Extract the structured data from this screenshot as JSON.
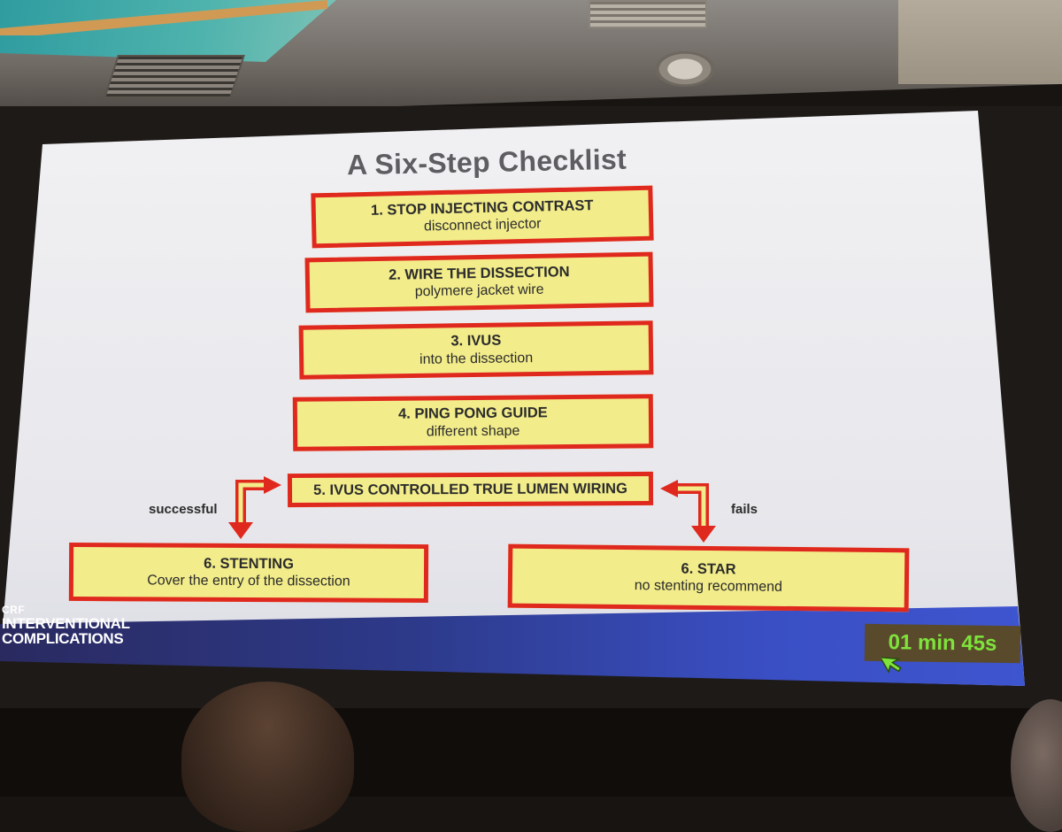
{
  "slide": {
    "title": "A Six-Step Checklist",
    "steps": [
      {
        "title": "1. STOP INJECTING CONTRAST",
        "subtitle": "disconnect injector"
      },
      {
        "title": "2. WIRE THE DISSECTION",
        "subtitle": "polymere jacket wire"
      },
      {
        "title": "3. IVUS",
        "subtitle": "into the dissection"
      },
      {
        "title": "4. PING PONG GUIDE",
        "subtitle": "different shape"
      },
      {
        "title": "5. IVUS CONTROLLED TRUE LUMEN WIRING",
        "subtitle": ""
      }
    ],
    "branch_success": {
      "label": "successful",
      "title": "6. STENTING",
      "subtitle": "Cover the entry of the dissection"
    },
    "branch_fail": {
      "label": "fails",
      "title": "6. STAR",
      "subtitle": "no stenting recommend"
    }
  },
  "logo": {
    "brand": "CRF",
    "line1": "INTERVENTIONAL",
    "line2": "COMPLICATIONS"
  },
  "timer": {
    "text": "01 min 45s"
  },
  "colors": {
    "box_fill": "#f2ec8a",
    "box_border": "#e0291e",
    "timer_text": "#7ee33b",
    "band": "#3a4fc4"
  },
  "icons": {
    "cursor": "arrow-cursor-icon"
  }
}
